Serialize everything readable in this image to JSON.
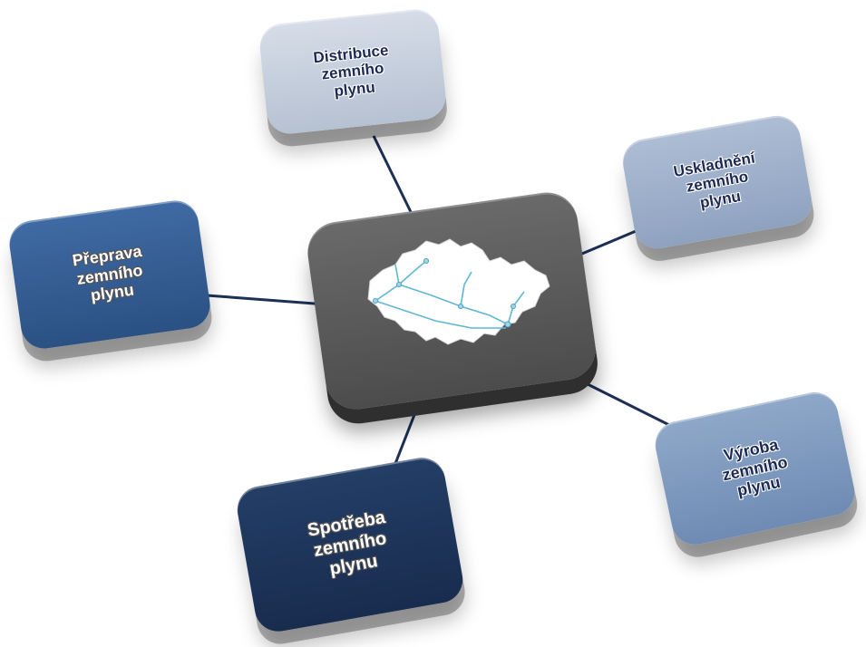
{
  "center": {
    "icon": "czech-republic-map-icon"
  },
  "nodes": {
    "distribuce": {
      "lines": [
        "Distribuce",
        "zemního",
        "plynu"
      ]
    },
    "uskladneni": {
      "lines": [
        "Uskladnění",
        "zemního",
        "plynu"
      ]
    },
    "preprava": {
      "lines": [
        "Přeprava",
        "zemního",
        "plynu"
      ]
    },
    "vyroba": {
      "lines": [
        "Výroba",
        "zemního",
        "plynu"
      ]
    },
    "spotreba": {
      "lines": [
        "Spotřeba",
        "zemního",
        "plynu"
      ]
    }
  },
  "colors": {
    "connector": "#1c2f55",
    "center": "#5a5a5a",
    "distribuce": "#c8d1df",
    "uskladneni": "#9fb0ca",
    "preprava": "#33598f",
    "vyroba": "#7f99bd",
    "spotreba": "#1f365c",
    "pipeline": "#5fb7d6"
  }
}
